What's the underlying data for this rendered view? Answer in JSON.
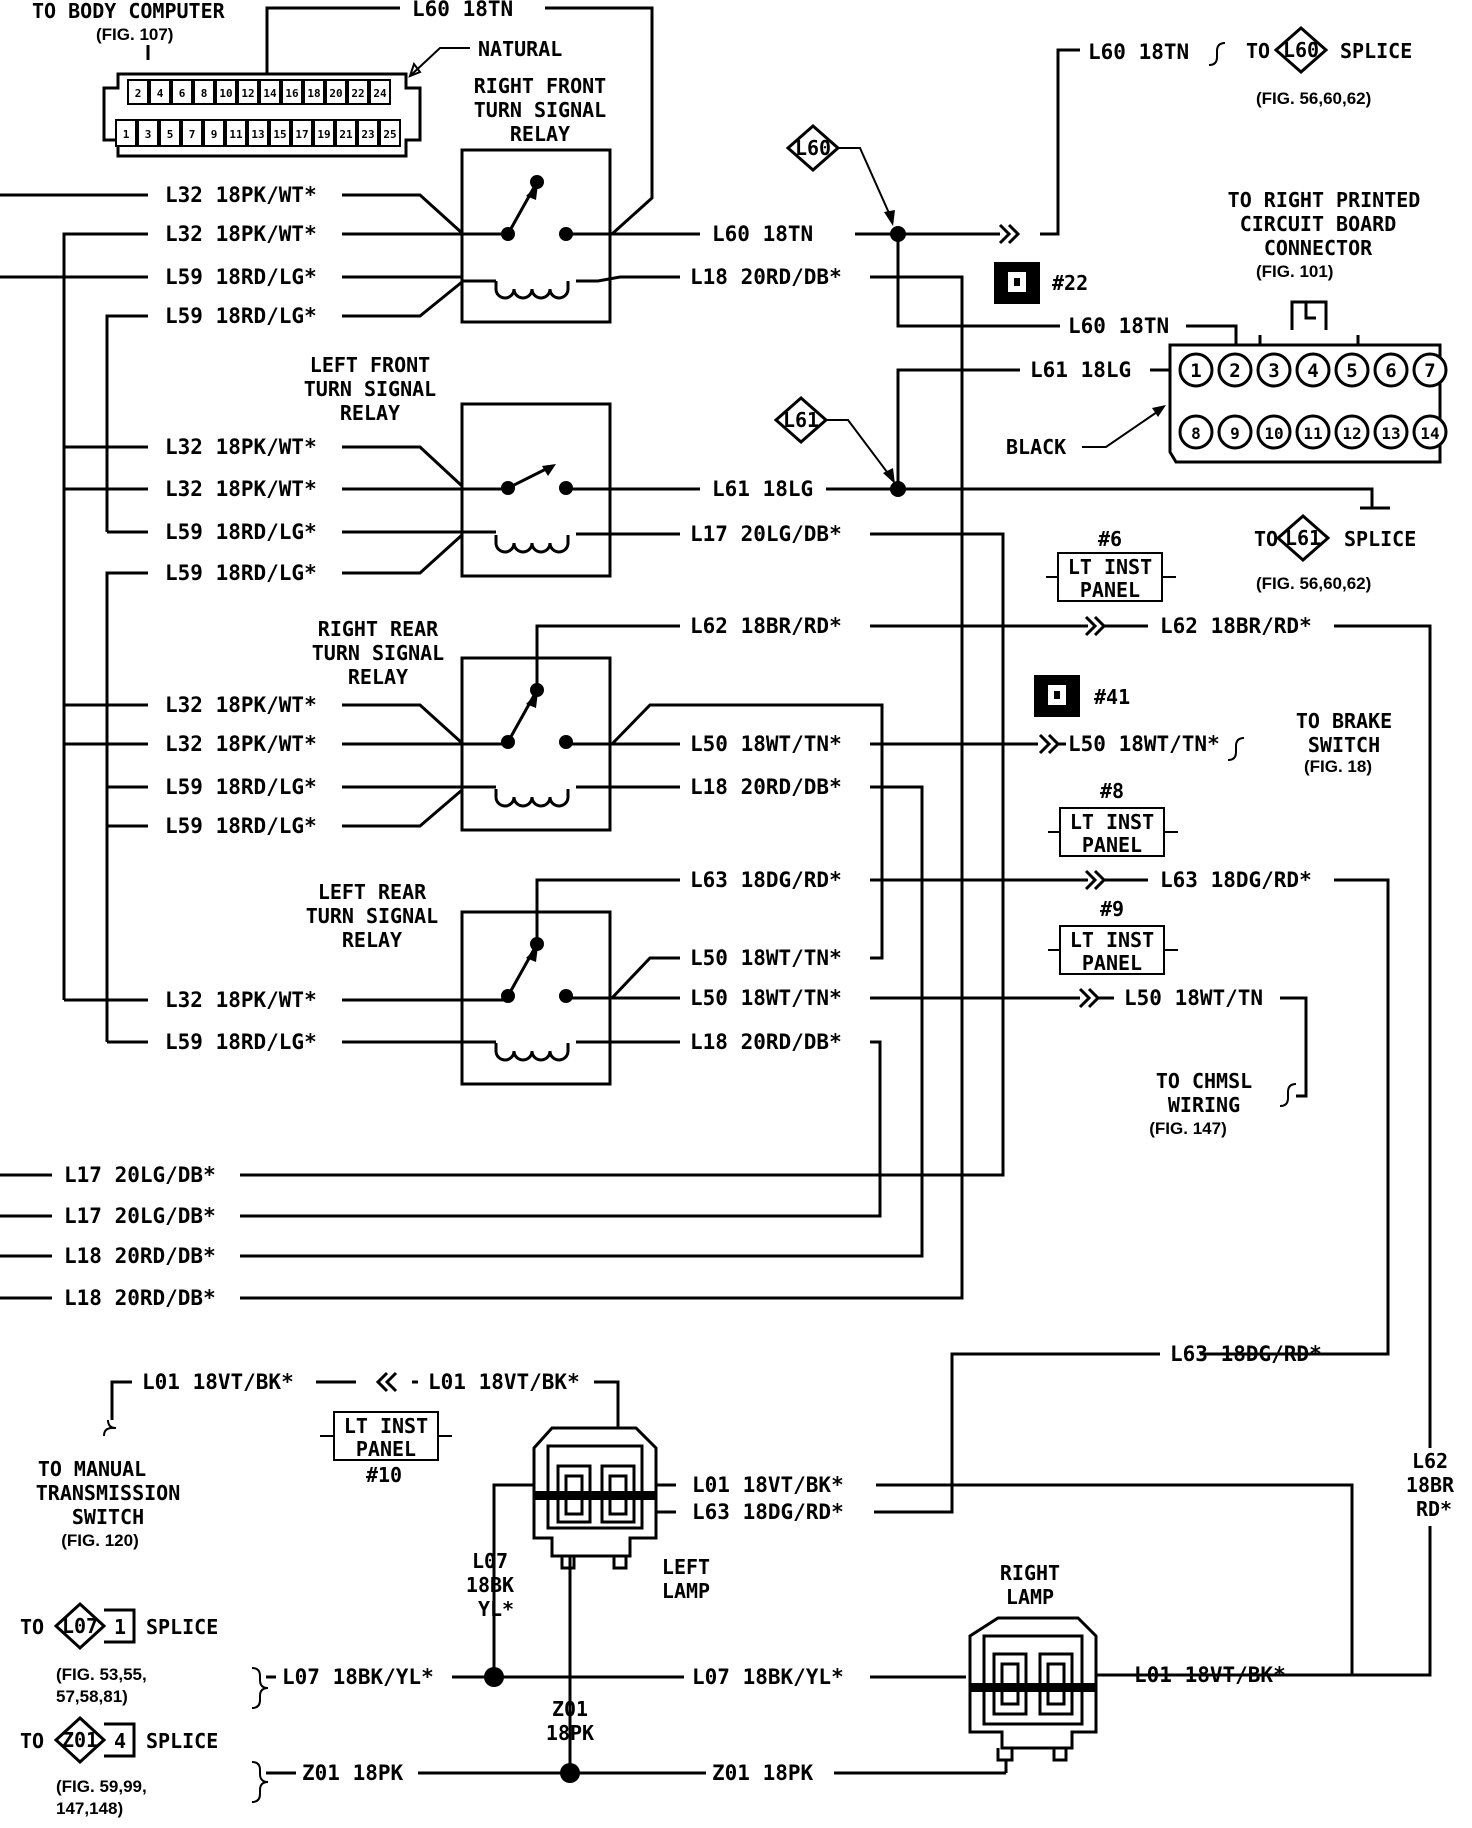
{
  "body_connector": {
    "title": "TO BODY COMPUTER",
    "fig": "(FIG. 107)",
    "color": "NATURAL",
    "top_pins": [
      "2",
      "4",
      "6",
      "8",
      "10",
      "12",
      "14",
      "16",
      "18",
      "20",
      "22",
      "24"
    ],
    "bottom_pins": [
      "1",
      "3",
      "5",
      "7",
      "9",
      "11",
      "13",
      "15",
      "17",
      "19",
      "21",
      "23",
      "25"
    ]
  },
  "relays": {
    "rf": {
      "l1": "RIGHT FRONT",
      "l2": "TURN SIGNAL",
      "l3": "RELAY"
    },
    "lf": {
      "l1": "LEFT FRONT",
      "l2": "TURN SIGNAL",
      "l3": "RELAY"
    },
    "rr": {
      "l1": "RIGHT REAR",
      "l2": "TURN SIGNAL",
      "l3": "RELAY"
    },
    "lr": {
      "l1": "LEFT REAR",
      "l2": "TURN SIGNAL",
      "l3": "RELAY"
    }
  },
  "wires": {
    "l60_18tn": "L60 18TN",
    "l32": "L32 18PK/WT*",
    "l59": "L59 18RD/LG*",
    "l18": "L18 20RD/DB*",
    "l61_18lg": "L61 18LG",
    "l17": "L17 20LG/DB*",
    "l62": "L62 18BR/RD*",
    "l50": "L50 18WT/TN*",
    "l50_plain": "L50 18WT/TN",
    "l63": "L63 18DG/RD*",
    "l01": "L01 18VT/BK*",
    "l07": "L07 18BK/YL*",
    "z01": "Z01 18PK",
    "l07_v1": "L07",
    "l07_v2": "18BK",
    "l07_v3": "YL*",
    "z01_v1": "Z01",
    "z01_v2": "18PK",
    "l62_v1": "L62",
    "l62_v2": "18BR",
    "l62_v3": "RD*"
  },
  "splices": {
    "l60_top": {
      "to": "TO",
      "id": "L60",
      "label": "SPLICE",
      "fig": "(FIG. 56,60,62)"
    },
    "l60_node": "L60",
    "l61_node": "L61",
    "l61_bottom": {
      "to": "TO",
      "id": "L61",
      "label": "SPLICE",
      "fig": "(FIG. 56,60,62)"
    },
    "l07": {
      "to": "TO",
      "id": "L07",
      "num": "1",
      "label": "SPLICE",
      "fig1": "(FIG. 53,55,",
      "fig2": "57,58,81)"
    },
    "z01": {
      "to": "TO",
      "id": "Z01",
      "num": "4",
      "label": "SPLICE",
      "fig1": "(FIG. 59,99,",
      "fig2": "147,148)"
    }
  },
  "rpcb": {
    "l1": "TO  RIGHT PRINTED",
    "l2": "CIRCUIT BOARD",
    "l3": "CONNECTOR",
    "fig": "(FIG. 101)",
    "color": "BLACK",
    "top_pins": [
      "1",
      "2",
      "3",
      "4",
      "5",
      "6",
      "7"
    ],
    "bottom_pins": [
      "8",
      "9",
      "10",
      "11",
      "12",
      "13",
      "14"
    ]
  },
  "connectors": {
    "c22": "#22",
    "c41": "#41",
    "p6": {
      "num": "#6",
      "l1": "LT INST",
      "l2": "PANEL"
    },
    "p8": {
      "num": "#8",
      "l1": "LT INST",
      "l2": "PANEL"
    },
    "p9": {
      "num": "#9",
      "l1": "LT INST",
      "l2": "PANEL"
    },
    "p10": {
      "num": "#10",
      "l1": "LT INST",
      "l2": "PANEL"
    }
  },
  "destinations": {
    "brake": {
      "l1": "TO BRAKE",
      "l2": "SWITCH",
      "fig": "(FIG. 18)"
    },
    "chmsl": {
      "l1": "TO CHMSL",
      "l2": "WIRING",
      "fig": "(FIG. 147)"
    },
    "mts": {
      "l1": "TO MANUAL",
      "l2": "TRANSMISSION",
      "l3": "SWITCH",
      "fig": "(FIG. 120)"
    }
  },
  "lamps": {
    "left": {
      "l1": "LEFT",
      "l2": "LAMP"
    },
    "right": {
      "l1": "RIGHT",
      "l2": "LAMP"
    }
  }
}
